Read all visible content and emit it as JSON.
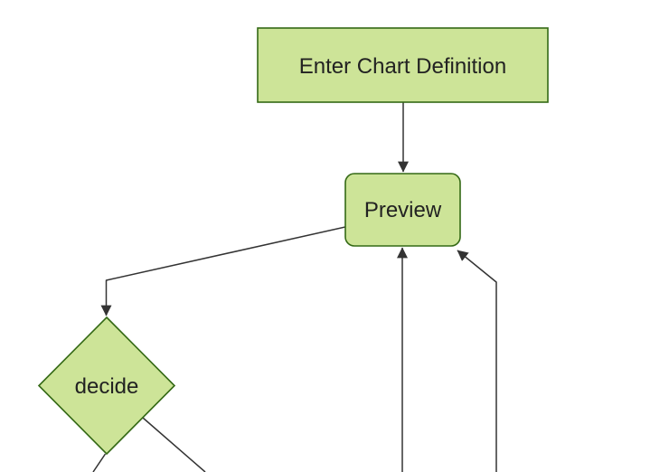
{
  "diagram": {
    "type": "flowchart",
    "direction": "top-down",
    "background_color": "#ffffff",
    "node_fill_color": "#cde498",
    "node_border_color": "#346915",
    "edge_color": "#333333",
    "label_color": "#222222",
    "nodes": [
      {
        "id": "enter-chart-definition",
        "label": "Enter Chart Definition",
        "shape": "rectangle"
      },
      {
        "id": "preview",
        "label": "Preview",
        "shape": "rounded-rectangle"
      },
      {
        "id": "decide",
        "label": "decide",
        "shape": "diamond"
      }
    ],
    "edges": [
      {
        "from": "enter-chart-definition",
        "to": "preview",
        "arrow": true
      },
      {
        "from": "preview",
        "to": "decide",
        "arrow": true
      },
      {
        "from": "decide",
        "to": "offscreen-bottom-left",
        "arrow": false
      },
      {
        "from": "decide",
        "to": "offscreen-bottom-right",
        "arrow": false
      },
      {
        "from": "offscreen-bottom-center",
        "to": "preview",
        "arrow": true
      },
      {
        "from": "offscreen-bottom-right",
        "to": "preview",
        "arrow": true
      }
    ]
  }
}
